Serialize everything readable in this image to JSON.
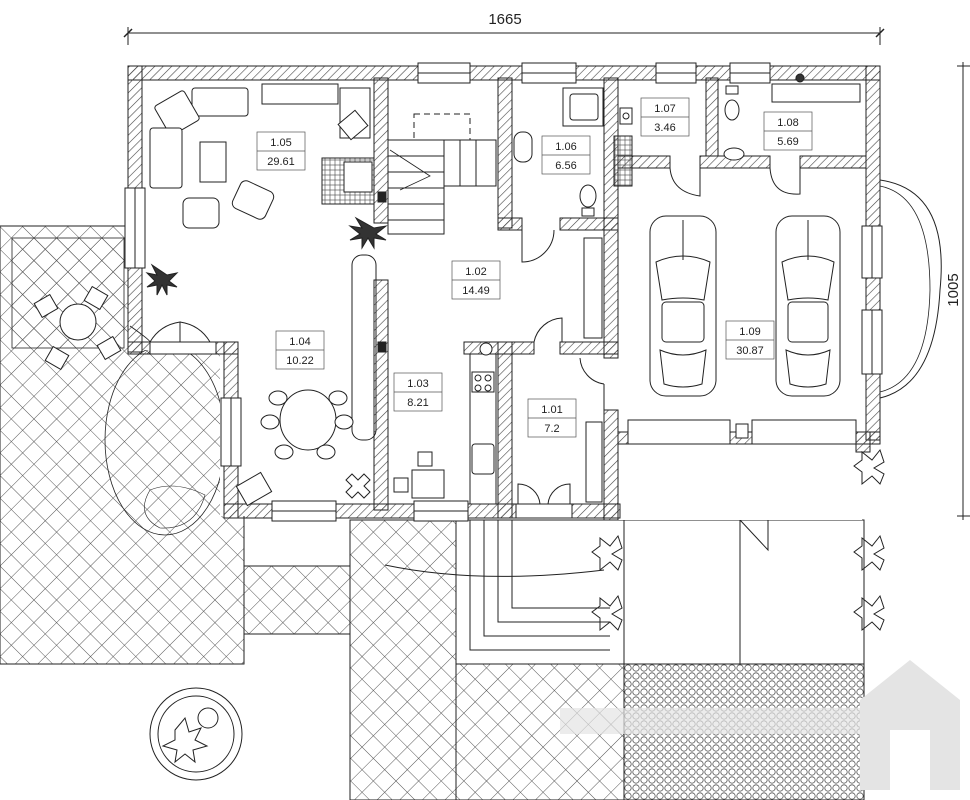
{
  "dimensions": {
    "width_label": "1665",
    "depth_label": "1005"
  },
  "rooms": [
    {
      "id": "1.01",
      "area": "7.2"
    },
    {
      "id": "1.02",
      "area": "14.49"
    },
    {
      "id": "1.03",
      "area": "8.21"
    },
    {
      "id": "1.04",
      "area": "10.22"
    },
    {
      "id": "1.05",
      "area": "29.61"
    },
    {
      "id": "1.06",
      "area": "6.56"
    },
    {
      "id": "1.07",
      "area": "3.46"
    },
    {
      "id": "1.08",
      "area": "5.69"
    },
    {
      "id": "1.09",
      "area": "30.87"
    }
  ],
  "colors": {
    "line": "#222222",
    "hatch": "#555555",
    "watermark": "#d9d9d9"
  }
}
